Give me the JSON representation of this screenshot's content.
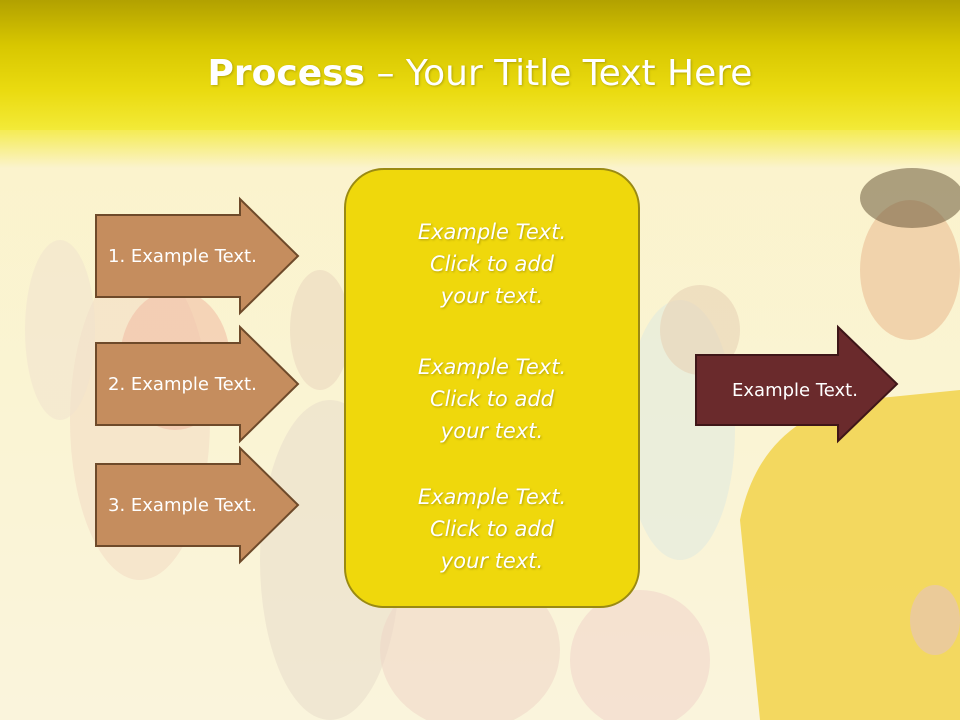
{
  "title": {
    "bold": "Process",
    "rest": " – Your Title Text Here"
  },
  "left_arrows": [
    {
      "label": "1. Example Text."
    },
    {
      "label": "2. Example Text."
    },
    {
      "label": "3. Example Text."
    }
  ],
  "center_items": [
    {
      "line1": "Example Text.",
      "line2": "Click  to add",
      "line3": "your text."
    },
    {
      "line1": "Example Text.",
      "line2": "Click  to add",
      "line3": "your text."
    },
    {
      "line1": "Example Text.",
      "line2": "Click  to add",
      "line3": "your text."
    }
  ],
  "right_arrow": {
    "label": "Example Text."
  },
  "colors": {
    "title_band": "#e2d000",
    "left_arrow_fill": "#c58d5e",
    "left_arrow_stroke": "#6e4a2a",
    "center_box_fill": "#efd80c",
    "right_arrow_fill": "#6a2a2c"
  }
}
